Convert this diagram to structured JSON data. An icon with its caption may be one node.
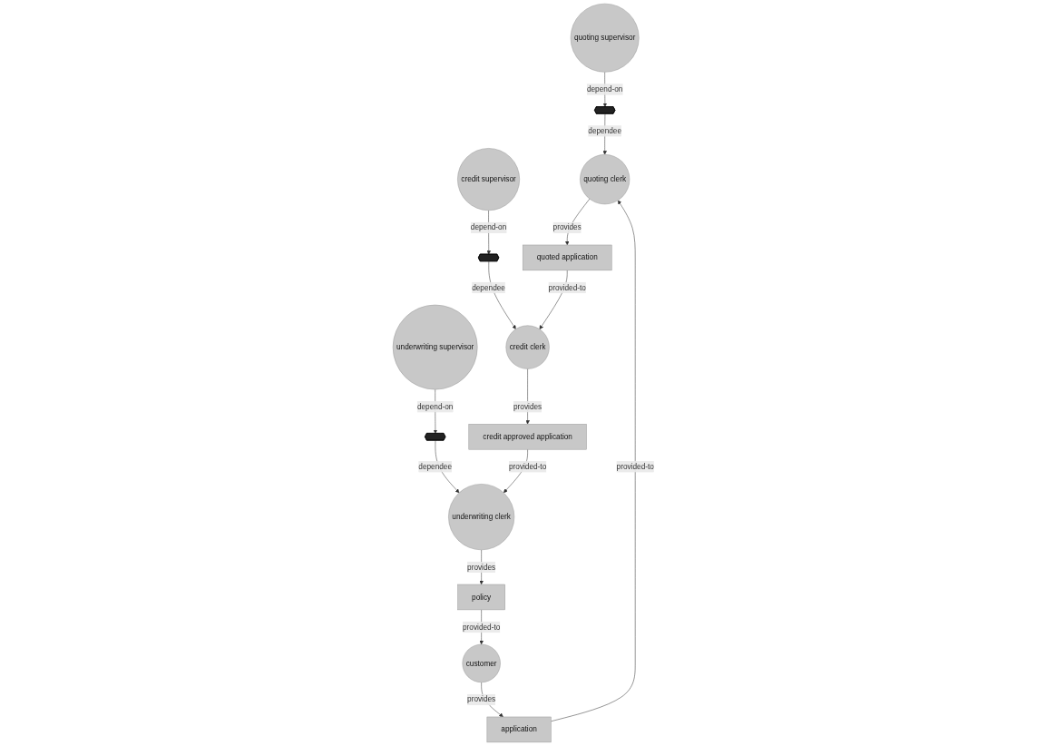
{
  "diagram": {
    "nodes": [
      {
        "text": [
          "quoting supervisor"
        ]
      },
      {
        "text": [
          "credit supervisor"
        ]
      },
      {
        "text": [
          "underwriting supervisor"
        ]
      },
      {
        "text": [],
        "shape": "hexagon"
      },
      {
        "text": [],
        "shape": "hexagon"
      },
      {
        "text": [],
        "shape": "hexagon"
      },
      {
        "text": [
          "customer"
        ]
      },
      {
        "text": [
          "application"
        ]
      },
      {
        "text": [
          "quoting clerk"
        ]
      },
      {
        "text": [
          "quoted application"
        ]
      },
      {
        "text": [
          "credit clerk"
        ]
      },
      {
        "text": [
          "credit approved application"
        ]
      },
      {
        "text": [
          "underwriting clerk"
        ]
      },
      {
        "text": [
          "policy"
        ]
      }
    ],
    "edges": [
      {
        "from": 0,
        "to": 3,
        "arrow": "to",
        "label": "depend-on"
      },
      {
        "from": 3,
        "to": 8,
        "arrow": "to",
        "label": "dependee"
      },
      {
        "from": 1,
        "to": 4,
        "arrow": "to",
        "label": "depend-on"
      },
      {
        "from": 4,
        "to": 10,
        "arrow": "to",
        "label": "dependee"
      },
      {
        "from": 2,
        "to": 5,
        "arrow": "to",
        "label": "depend-on"
      },
      {
        "from": 5,
        "to": 12,
        "arrow": "to",
        "label": "dependee"
      },
      {
        "from": 6,
        "to": 7,
        "arrow": "to",
        "label": "provides"
      },
      {
        "from": 7,
        "to": 8,
        "arrow": "to",
        "label": "provided-to"
      },
      {
        "from": 8,
        "to": 9,
        "arrow": "to",
        "label": "provides"
      },
      {
        "from": 9,
        "to": 10,
        "arrow": "to",
        "label": "provided-to"
      },
      {
        "from": 10,
        "to": 11,
        "arrow": "to",
        "label": "provides"
      },
      {
        "from": 11,
        "to": 12,
        "arrow": "to",
        "label": "provided-to"
      },
      {
        "from": 12,
        "to": 13,
        "arrow": "to",
        "label": "provides"
      },
      {
        "from": 13,
        "to": 6,
        "arrow": "to",
        "label": "provided-to"
      }
    ]
  }
}
